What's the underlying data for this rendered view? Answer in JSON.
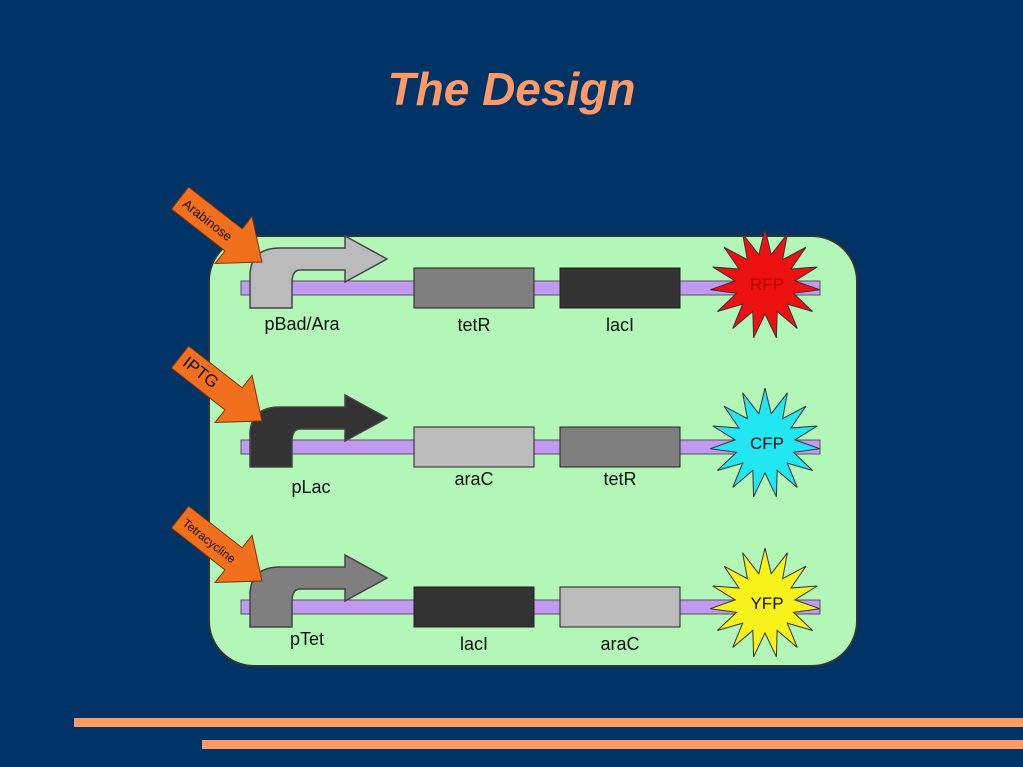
{
  "title": "The Design",
  "colors": {
    "background": "#003366",
    "accent": "#ff9966",
    "cell": "#b3f7b8",
    "dna": "#c299f0",
    "inducer_arrow": "#f26f1d"
  },
  "rows": [
    {
      "inducer": "Arabinose",
      "promoter": "pBad/Ara",
      "promoter_color": "#bbbbbb",
      "genes": [
        {
          "label": "tetR",
          "color": "#7f7f7f"
        },
        {
          "label": "lacI",
          "color": "#333333"
        }
      ],
      "reporter": {
        "label": "RFP",
        "fill": "#ee1111",
        "text_color": "#b80000"
      }
    },
    {
      "inducer": "IPTG",
      "promoter": "pLac",
      "promoter_color": "#333333",
      "genes": [
        {
          "label": "araC",
          "color": "#bbbbbb"
        },
        {
          "label": "tetR",
          "color": "#7f7f7f"
        }
      ],
      "reporter": {
        "label": "CFP",
        "fill": "#22e6f2",
        "text_color": "#111111"
      }
    },
    {
      "inducer": "Tetracycline",
      "promoter": "pTet",
      "promoter_color": "#7f7f7f",
      "genes": [
        {
          "label": "lacI",
          "color": "#333333"
        },
        {
          "label": "araC",
          "color": "#bbbbbb"
        }
      ],
      "reporter": {
        "label": "YFP",
        "fill": "#f7f21a",
        "text_color": "#111111"
      }
    }
  ]
}
